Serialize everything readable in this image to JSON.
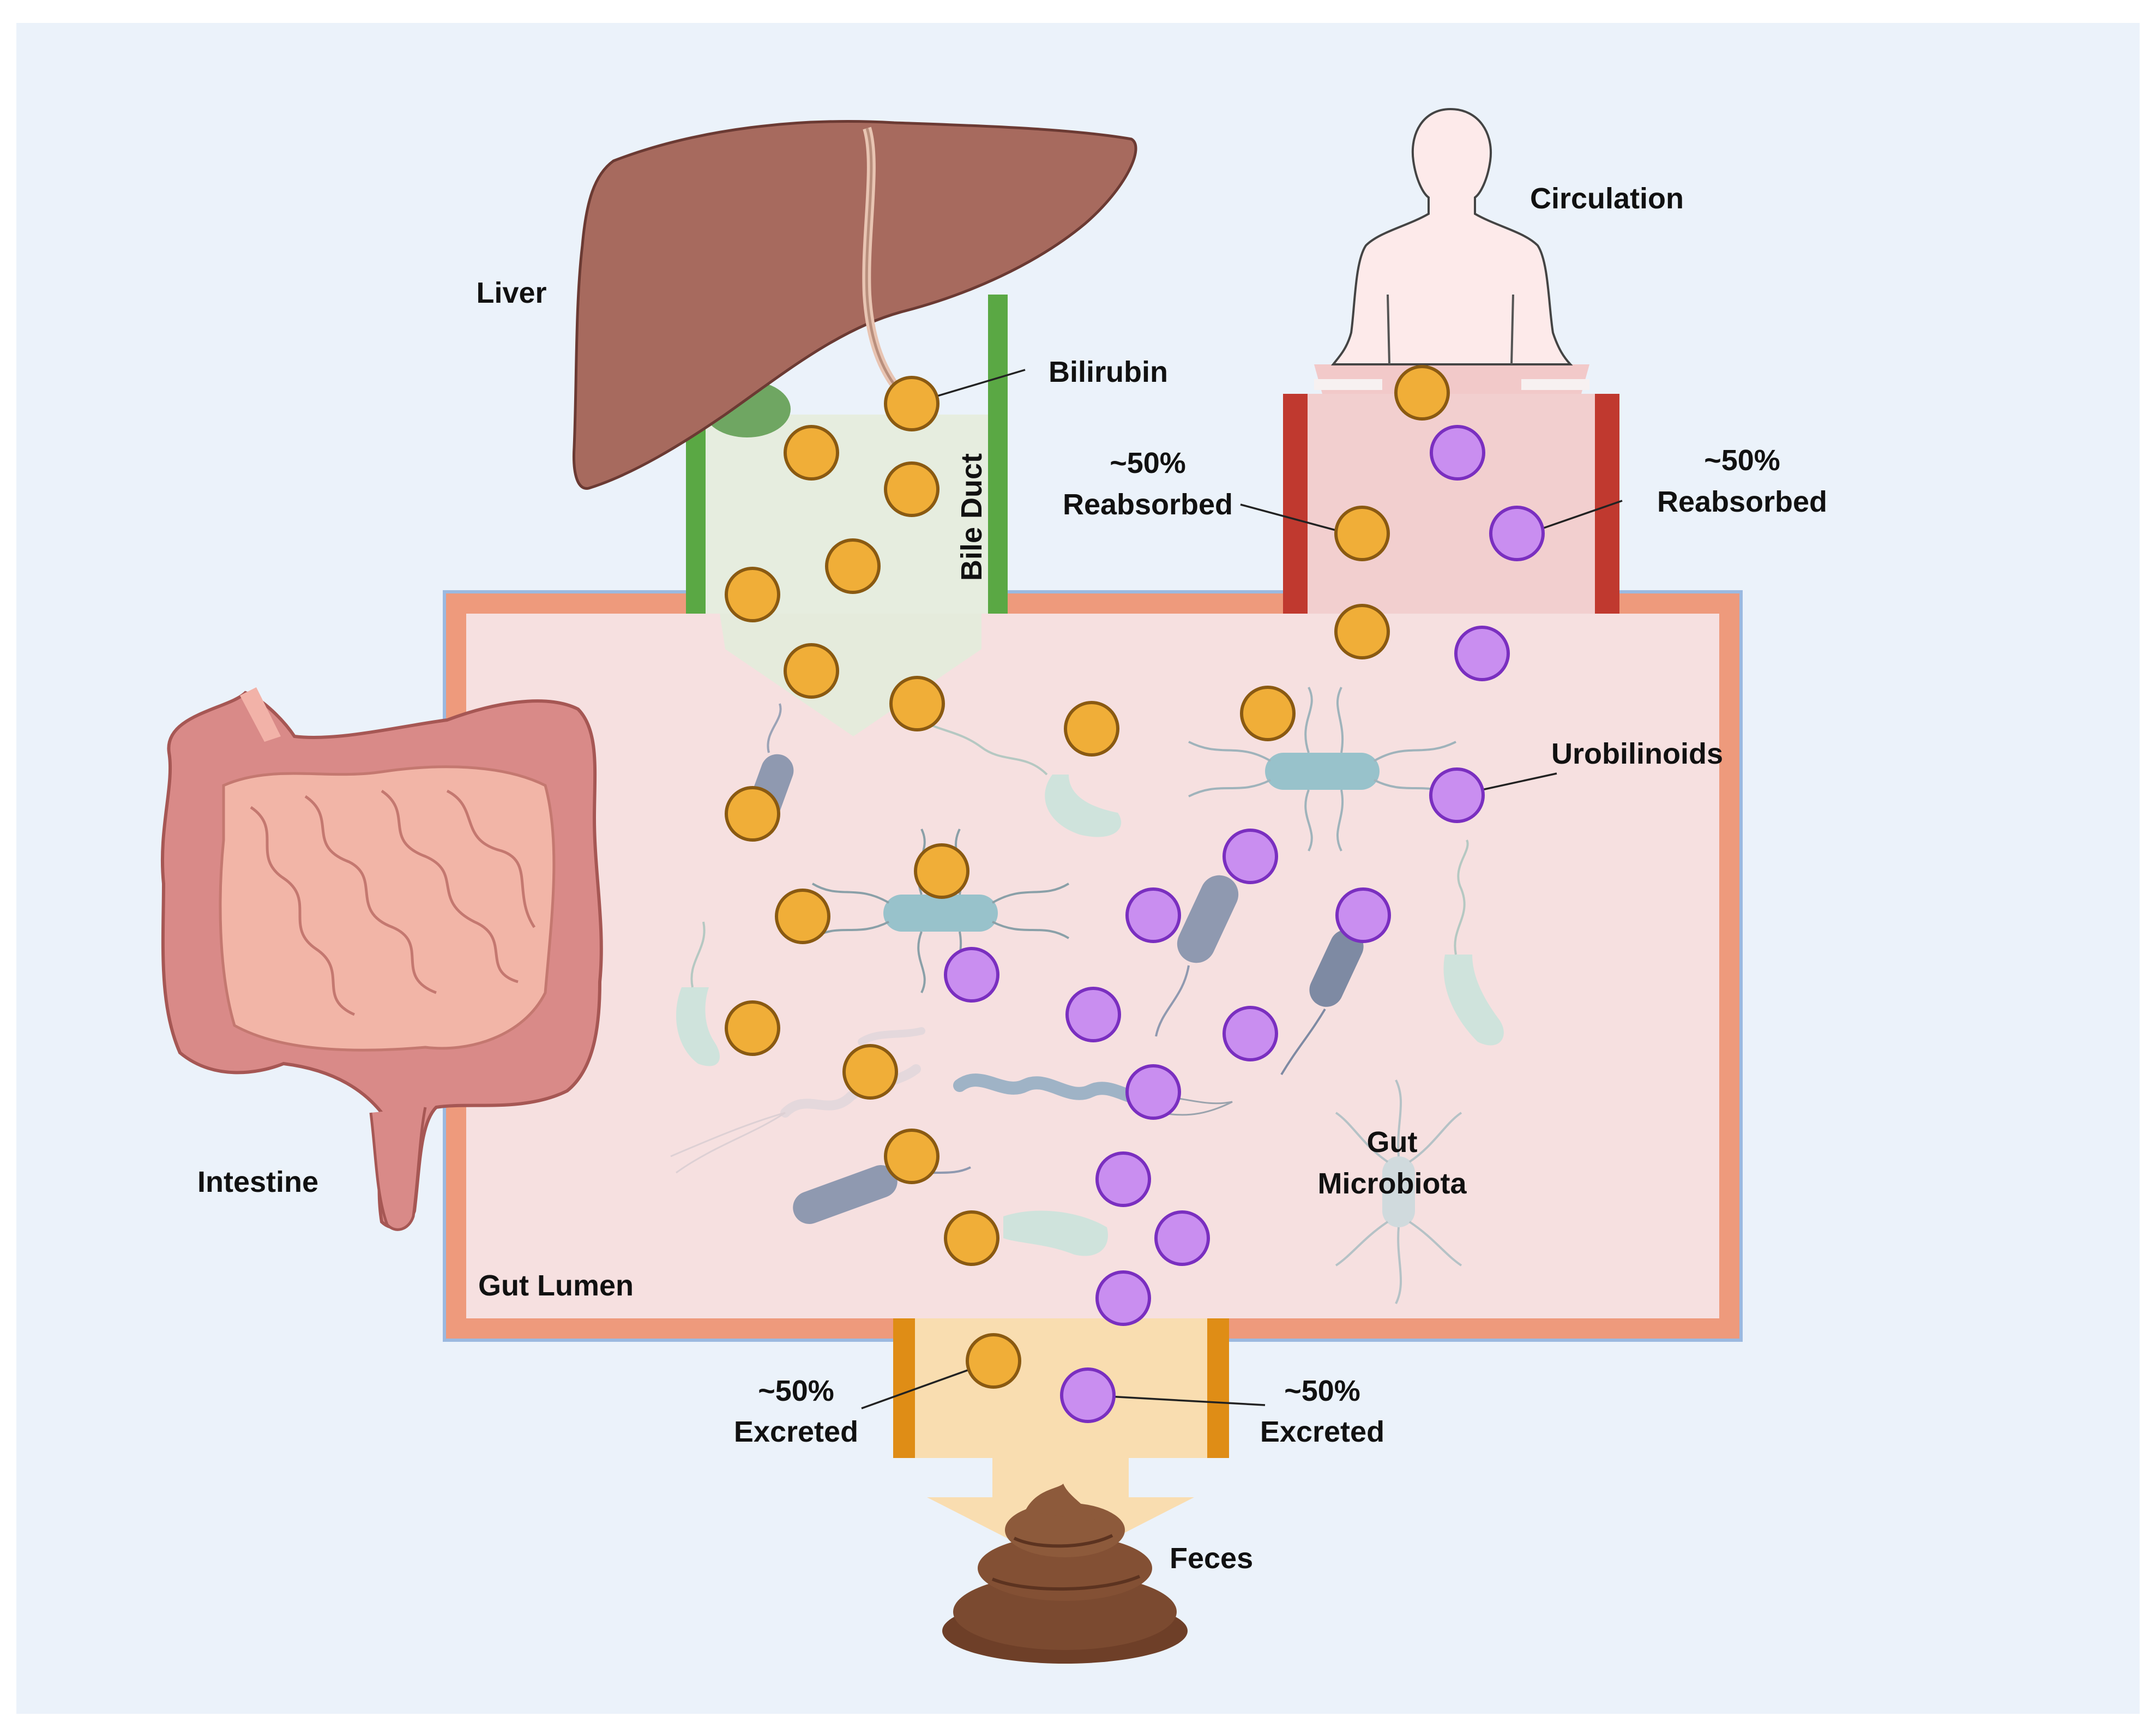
{
  "labels": {
    "liver": "Liver",
    "bilirubin": "Bilirubin",
    "bile_duct": "Bile Duct",
    "circulation": "Circulation",
    "reabsorbed_left_pct": "~50%",
    "reabsorbed_left_word": "Reabsorbed",
    "reabsorbed_right_pct": "~50%",
    "reabsorbed_right_word": "Reabsorbed",
    "urobilinoids": "Urobilinoids",
    "intestine": "Intestine",
    "gut_microbiota_1": "Gut",
    "gut_microbiota_2": "Microbiota",
    "gut_lumen": "Gut Lumen",
    "excreted_left_pct": "~50%",
    "excreted_left_word": "Excreted",
    "excreted_right_pct": "~50%",
    "excreted_right_word": "Excreted",
    "feces": "Feces"
  },
  "colors": {
    "background": "#ebf2fa",
    "lumen_fill": "#f6e0e0",
    "lumen_border": "#ee9a7c",
    "bile_duct_fill": "#e6eddf",
    "bile_duct_wall": "#5aa844",
    "circulation_fill": "#f2cfcf",
    "circulation_wall": "#c0392f",
    "excretion_fill": "#f9ddb0",
    "excretion_wall": "#df8d16",
    "bilirubin": "#f0ae38",
    "urobilinoid": "#c98ef0",
    "liver": "#a76a5e",
    "feces": "#7b4a30"
  }
}
